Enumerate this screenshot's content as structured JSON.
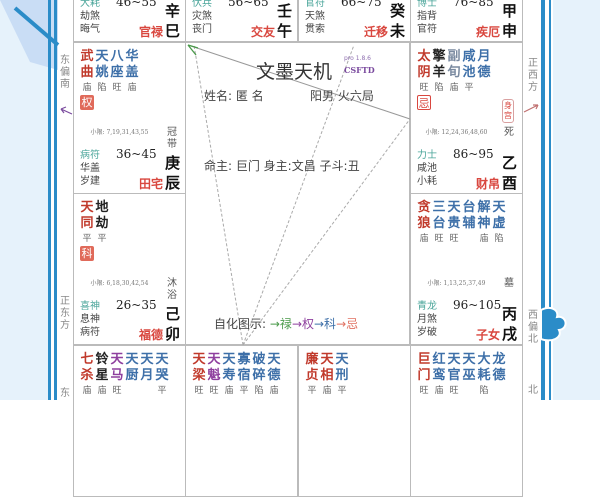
{
  "colors": {
    "frame_blue": "#2b8cc8",
    "star_red": "#c0392b",
    "star_blue": "#3d6fa8",
    "star_purple": "#8e3f9e",
    "palace_red": "#d9473f",
    "god_teal": "#4aa59a"
  },
  "directions": {
    "left": [
      "东偏南",
      "正东方",
      "东"
    ],
    "right": [
      "正西方",
      "西偏北",
      "北"
    ]
  },
  "center": {
    "title": "文墨天机",
    "version": "pro 1.8.6",
    "brand": "CSFTD",
    "name": "姓名: 匿 名",
    "gender_ju": "阳男 火六局",
    "master": "命主: 巨门 身主:文昌 子斗:丑",
    "legend_label": "自化图示:",
    "legend": [
      {
        "t": "→禄",
        "c": "#4a9a4a"
      },
      {
        "t": "→权",
        "c": "#8e3f9e"
      },
      {
        "t": "→科",
        "c": "#3d6fa8"
      },
      {
        "t": "→忌",
        "c": "#e07060"
      }
    ]
  },
  "cells": [
    {
      "pos": "top-1",
      "gods": [
        "大耗",
        "劫煞",
        "晦气"
      ],
      "range": "46~55",
      "palace": "官禄",
      "gz": "辛巳"
    },
    {
      "pos": "top-2",
      "gods": [
        "伏兵",
        "灾煞",
        "丧门"
      ],
      "range": "56~65",
      "palace": "交友",
      "gz": "壬午"
    },
    {
      "pos": "top-3",
      "gods": [
        "官符",
        "天煞",
        "贯索"
      ],
      "range": "66~75",
      "palace": "迁移",
      "gz": "癸未"
    },
    {
      "pos": "top-4",
      "gods": [
        "博士",
        "指背",
        "官符"
      ],
      "range": "76~85",
      "palace": "疾厄",
      "gz": "甲申"
    },
    {
      "pos": "mid1-l",
      "stars": [
        [
          "武曲",
          "庙",
          "r"
        ],
        [
          "天姚",
          "陷",
          "b"
        ],
        [
          "八座",
          "旺",
          "b"
        ],
        [
          "华盖",
          "庙",
          "b"
        ]
      ],
      "hua": "权",
      "xiaoxian": "小限: 7,19,31,43,55",
      "changsheng": "冠带",
      "gods": [
        "病符",
        "华盖",
        "岁建"
      ],
      "range": "36~45",
      "palace": "田宅",
      "gz": "庚辰"
    },
    {
      "pos": "mid1-r",
      "stars": [
        [
          "太阴",
          "旺",
          "r"
        ],
        [
          "擎羊",
          "陷",
          "k"
        ],
        [
          "副旬",
          "庙",
          "g"
        ],
        [
          "咸池",
          "平",
          "b"
        ],
        [
          "月德",
          "",
          "b"
        ]
      ],
      "hua": "忌",
      "shen": "身宫",
      "xiaoxian": "小限: 12,24,36,48,60",
      "changsheng": "死",
      "gods": [
        "力士",
        "咸池",
        "小耗"
      ],
      "range": "86~95",
      "palace": "财帛",
      "gz": "乙酉"
    },
    {
      "pos": "mid2-l",
      "stars": [
        [
          "天同",
          "平",
          "r"
        ],
        [
          "地劫",
          "平",
          "k"
        ]
      ],
      "hua": "科",
      "xiaoxian": "小限: 6,18,30,42,54",
      "changsheng": "沐浴",
      "gods": [
        "喜神",
        "息神",
        "病符"
      ],
      "range": "26~35",
      "palace": "福德",
      "gz": "己卯"
    },
    {
      "pos": "mid2-r",
      "stars": [
        [
          "贪狼",
          "庙",
          "r"
        ],
        [
          "三台",
          "旺",
          "b"
        ],
        [
          "天贵",
          "旺",
          "b"
        ],
        [
          "台辅",
          "",
          "b"
        ],
        [
          "解神",
          "庙",
          "b"
        ],
        [
          "天虚",
          "陷",
          "b"
        ]
      ],
      "xiaoxian": "小限: 1,13,25,37,49",
      "changsheng": "墓",
      "gods": [
        "青龙",
        "月煞",
        "岁破"
      ],
      "range": "96~105",
      "palace": "子女",
      "gz": "丙戌"
    },
    {
      "pos": "bot-1",
      "stars": [
        [
          "七杀",
          "庙",
          "r"
        ],
        [
          "铃星",
          "庙",
          "k"
        ],
        [
          "天马",
          "旺",
          "p"
        ],
        [
          "天厨",
          "",
          "b"
        ],
        [
          "天月",
          "",
          "b"
        ],
        [
          "天哭",
          "平",
          "b"
        ]
      ]
    },
    {
      "pos": "bot-2",
      "stars": [
        [
          "天梁",
          "旺",
          "r"
        ],
        [
          "天魁",
          "旺",
          "p"
        ],
        [
          "天寿",
          "庙",
          "b"
        ],
        [
          "寡宿",
          "平",
          "b"
        ],
        [
          "破碎",
          "陷",
          "b"
        ],
        [
          "天德",
          "庙",
          "b"
        ]
      ]
    },
    {
      "pos": "bot-3",
      "stars": [
        [
          "廉贞",
          "平",
          "r"
        ],
        [
          "天相",
          "庙",
          "r"
        ],
        [
          "天刑",
          "平",
          "b"
        ]
      ]
    },
    {
      "pos": "bot-4",
      "stars": [
        [
          "巨门",
          "旺",
          "r"
        ],
        [
          "红鸾",
          "庙",
          "b"
        ],
        [
          "天官",
          "旺",
          "b"
        ],
        [
          "天巫",
          "",
          "b"
        ],
        [
          "大耗",
          "陷",
          "b"
        ],
        [
          "龙德",
          "",
          "b"
        ]
      ]
    }
  ]
}
